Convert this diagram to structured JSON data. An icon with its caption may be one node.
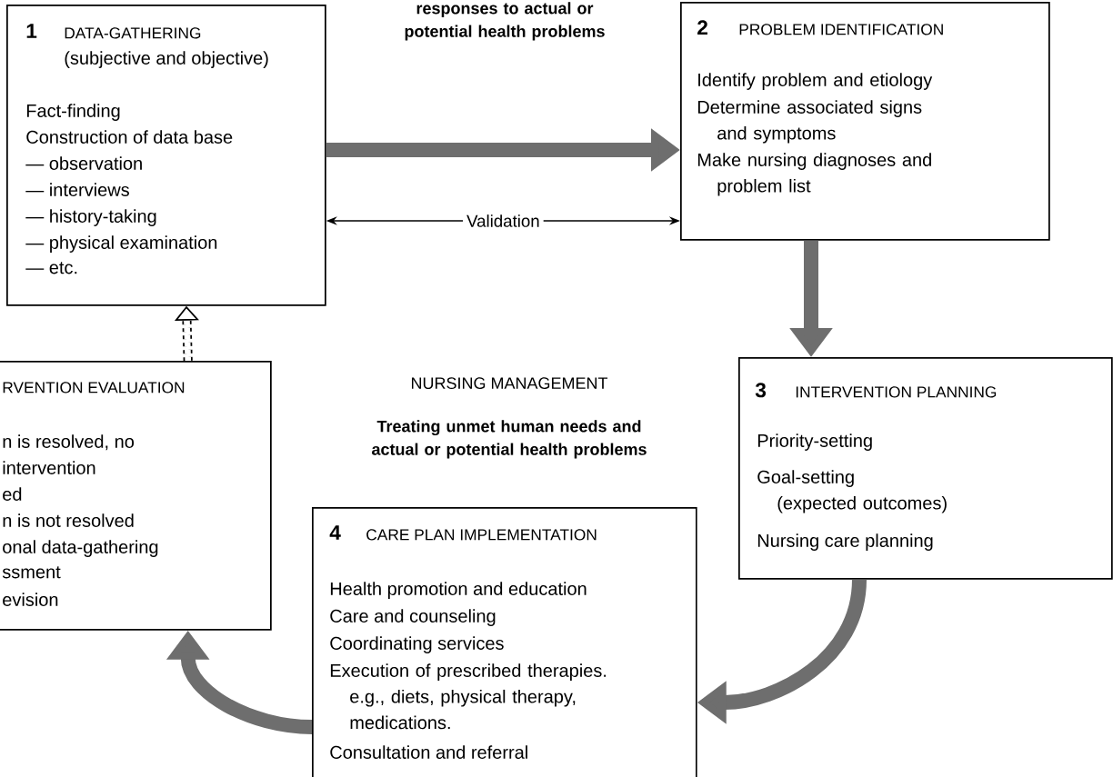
{
  "diagram": {
    "nodes": [
      {
        "text": [
          "1",
          "DATA-GATHERING",
          "(subjective and objective)",
          "Fact-finding",
          "Construction of data base",
          "— observation",
          "— interviews",
          "— history-taking",
          "— physical examination",
          "— etc."
        ]
      },
      {
        "text": [
          "2",
          "PROBLEM IDENTIFICATION",
          "Identify problem and etiology",
          "Determine associated signs and symptoms",
          "Make nursing diagnoses and problem list"
        ]
      },
      {
        "text": [
          "3",
          "INTERVENTION PLANNING",
          "Priority-setting",
          "Goal-setting (expected outcomes)",
          "Nursing care planning"
        ]
      },
      {
        "text": [
          "4",
          "CARE PLAN IMPLEMENTATION",
          "Health promotion and education",
          "Care and counseling",
          "Coordinating services",
          "Execution of prescribed therapies. e.g., diets, physical therapy, medications.",
          "Consultation and referral"
        ]
      },
      {
        "text": [
          "RVENTION EVALUATION",
          "n is resolved, no",
          "intervention",
          "ed",
          "n is not resolved",
          "onal data-gathering",
          "ssment",
          "evision"
        ]
      }
    ],
    "edges": [
      {
        "from": 0,
        "to": 1,
        "arrow": "to"
      },
      {
        "from": 1,
        "to": 0,
        "arrow": "both",
        "label": "Validation",
        "color": "#000000"
      },
      {
        "from": 1,
        "to": 2,
        "arrow": "to"
      },
      {
        "from": 2,
        "to": 3,
        "arrow": "to"
      },
      {
        "from": 3,
        "to": 4,
        "arrow": "to"
      },
      {
        "from": 4,
        "to": 0,
        "arrow": "to",
        "style": "dashed",
        "color": "#000000"
      }
    ],
    "labels": [
      "responses to actual or potential health problems",
      "NURSING MANAGEMENT",
      "Treating unmet human needs and actual or potential health problems"
    ]
  }
}
